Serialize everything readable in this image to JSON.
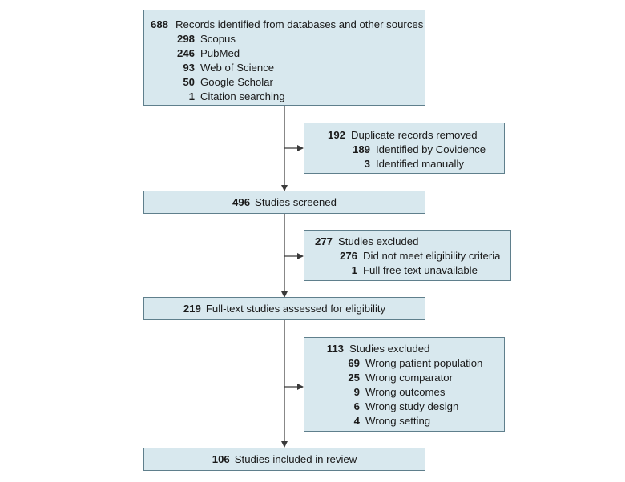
{
  "identified": {
    "count": "688",
    "label": "Records identified from databases and other sources",
    "sources": [
      {
        "count": "298",
        "label": "Scopus"
      },
      {
        "count": "246",
        "label": "PubMed"
      },
      {
        "count": "93",
        "label": "Web of Science"
      },
      {
        "count": "50",
        "label": "Google Scholar"
      },
      {
        "count": "1",
        "label": "Citation searching"
      }
    ]
  },
  "duplicates": {
    "count": "192",
    "label": "Duplicate records removed",
    "items": [
      {
        "count": "189",
        "label": "Identified by Covidence"
      },
      {
        "count": "3",
        "label": "Identified manually"
      }
    ]
  },
  "screened": {
    "count": "496",
    "label": "Studies screened"
  },
  "excluded_screening": {
    "count": "277",
    "label": "Studies excluded",
    "items": [
      {
        "count": "276",
        "label": "Did not meet eligibility criteria"
      },
      {
        "count": "1",
        "label": "Full free text unavailable"
      }
    ]
  },
  "fulltext": {
    "count": "219",
    "label": "Full-text studies assessed for eligibility"
  },
  "excluded_fulltext": {
    "count": "113",
    "label": "Studies excluded",
    "items": [
      {
        "count": "69",
        "label": "Wrong patient population"
      },
      {
        "count": "25",
        "label": "Wrong comparator"
      },
      {
        "count": "9",
        "label": "Wrong outcomes"
      },
      {
        "count": "6",
        "label": "Wrong study design"
      },
      {
        "count": "4",
        "label": "Wrong setting"
      }
    ]
  },
  "included": {
    "count": "106",
    "label": "Studies included in review"
  }
}
